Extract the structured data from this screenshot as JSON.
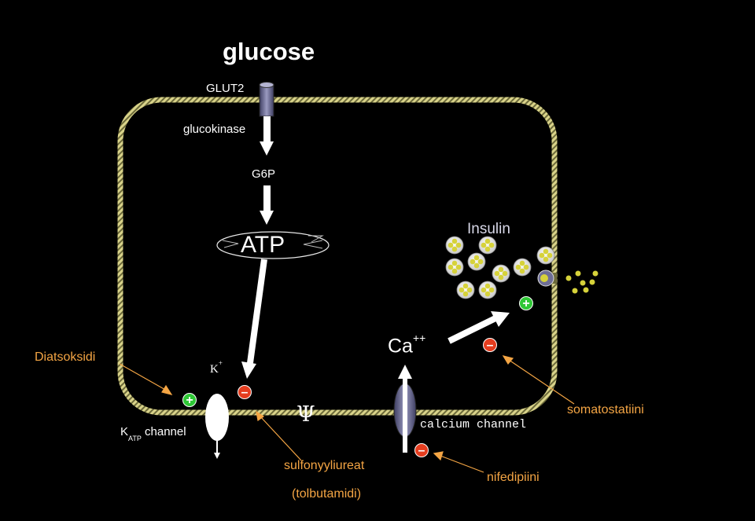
{
  "labels": {
    "glucose": "glucose",
    "glut2": "GLUT2",
    "glucokinase": "glucokinase",
    "g6p": "G6P",
    "atp": "ATP",
    "insulin": "Insulin",
    "ca": "Ca",
    "ca_charge": "++",
    "diatsoksidi": "Diatsoksidi",
    "k": "K",
    "k_charge": "+",
    "psi": "Ψ",
    "katp_k": "K",
    "katp_sub": "ATP",
    "katp_rest": " channel",
    "calcium_channel": "calcium channel",
    "somatostatiini": "somatostatiini",
    "sulfonyyliureat": "sulfonyyliureat",
    "tolbutamidi": "(tolbutamidi)",
    "nifedipiini": "nifedipiini"
  },
  "signs": {
    "plus": "+",
    "minus": "–"
  },
  "colors": {
    "background": "#000000",
    "membrane": "#d9d38a",
    "channel": "#6e6e96",
    "drug_text": "#f4a544",
    "granule": "#d6d23a",
    "plus_badge": "#2ec735",
    "minus_badge": "#e53d1f"
  }
}
